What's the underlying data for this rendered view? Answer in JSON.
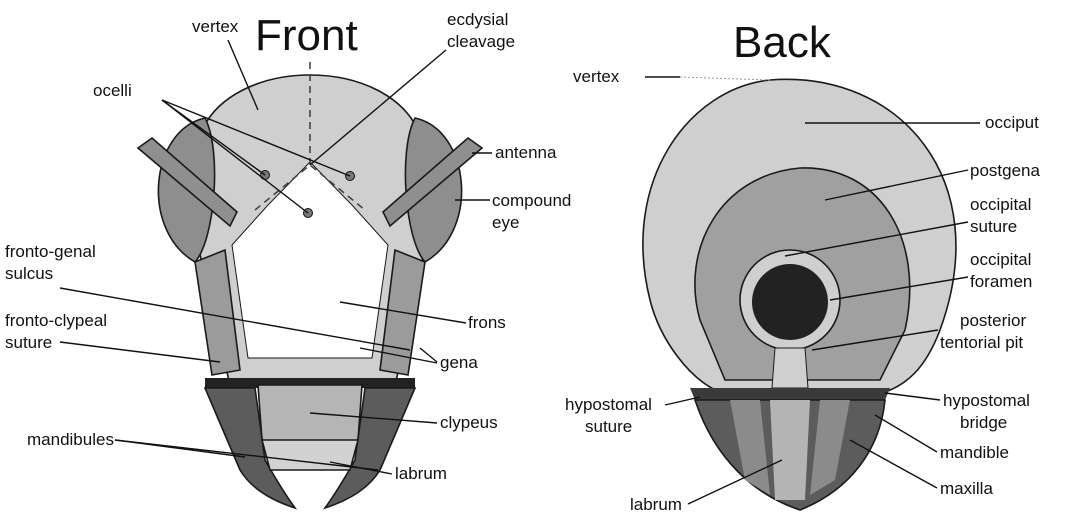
{
  "titles": {
    "front": "Front",
    "back": "Back"
  },
  "front_labels": {
    "vertex": "vertex",
    "ecdysial_1": "ecdysial",
    "ecdysial_2": "cleavage",
    "ocelli": "ocelli",
    "antenna": "antenna",
    "compound_1": "compound",
    "compound_2": "eye",
    "fronto_genal_1": "fronto-genal",
    "fronto_genal_2": "sulcus",
    "frons": "frons",
    "fronto_clypeal_1": "fronto-clypeal",
    "fronto_clypeal_2": "suture",
    "gena": "gena",
    "clypeus": "clypeus",
    "mandibules": "mandibules",
    "labrum": "labrum"
  },
  "back_labels": {
    "vertex": "vertex",
    "occiput": "occiput",
    "postgena": "postgena",
    "occipital_suture_1": "occipital",
    "occipital_suture_2": "suture",
    "occipital_foramen_1": "occipital",
    "occipital_foramen_2": "foramen",
    "posterior_1": "posterior",
    "posterior_2": "tentorial pit",
    "hypostomal_bridge_1": "hypostomal",
    "hypostomal_bridge_2": "bridge",
    "hypostomal_suture_1": "hypostomal",
    "hypostomal_suture_2": "suture",
    "mandible": "mandible",
    "maxilla": "maxilla",
    "labrum": "labrum"
  },
  "colors": {
    "light_gray": "#cfcfcf",
    "mid_gray": "#a9a9a9",
    "dark_gray": "#7d7d7d",
    "darker_gray": "#555555",
    "foramen": "#222222",
    "white": "#ffffff"
  }
}
